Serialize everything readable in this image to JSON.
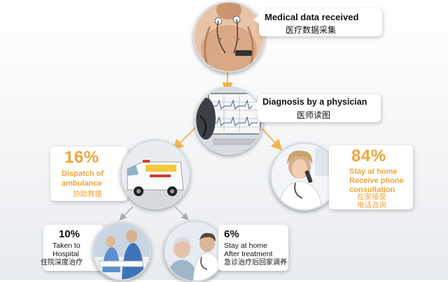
{
  "top": {
    "title_en": "Medical data received",
    "title_cn": "医疗数据采集"
  },
  "diagnosis": {
    "title_en": "Diagnosis by a physician",
    "title_cn": "医师读图"
  },
  "ambulance": {
    "percent": "16%",
    "line1": "Dispatch of",
    "line2": "ambulance",
    "cn": "协助救援"
  },
  "stay_home": {
    "percent": "84%",
    "line1": "Stay at home",
    "line2": "Receive phone",
    "line3": "consultation",
    "cn1": "在家接受",
    "cn2": "电话咨询"
  },
  "hospital": {
    "percent": "10%",
    "line1": "Taken to",
    "line2": "Hospital",
    "cn": "住院深度治疗"
  },
  "after_treatment": {
    "percent": "6%",
    "line1": "Stay at home",
    "line2": "After treatment",
    "cn": "急诊治疗后回家调养"
  },
  "colors": {
    "accent_orange": "#f0a43a",
    "arrow_orange": "#f4b556",
    "arrow_gray": "#a8acb2"
  }
}
